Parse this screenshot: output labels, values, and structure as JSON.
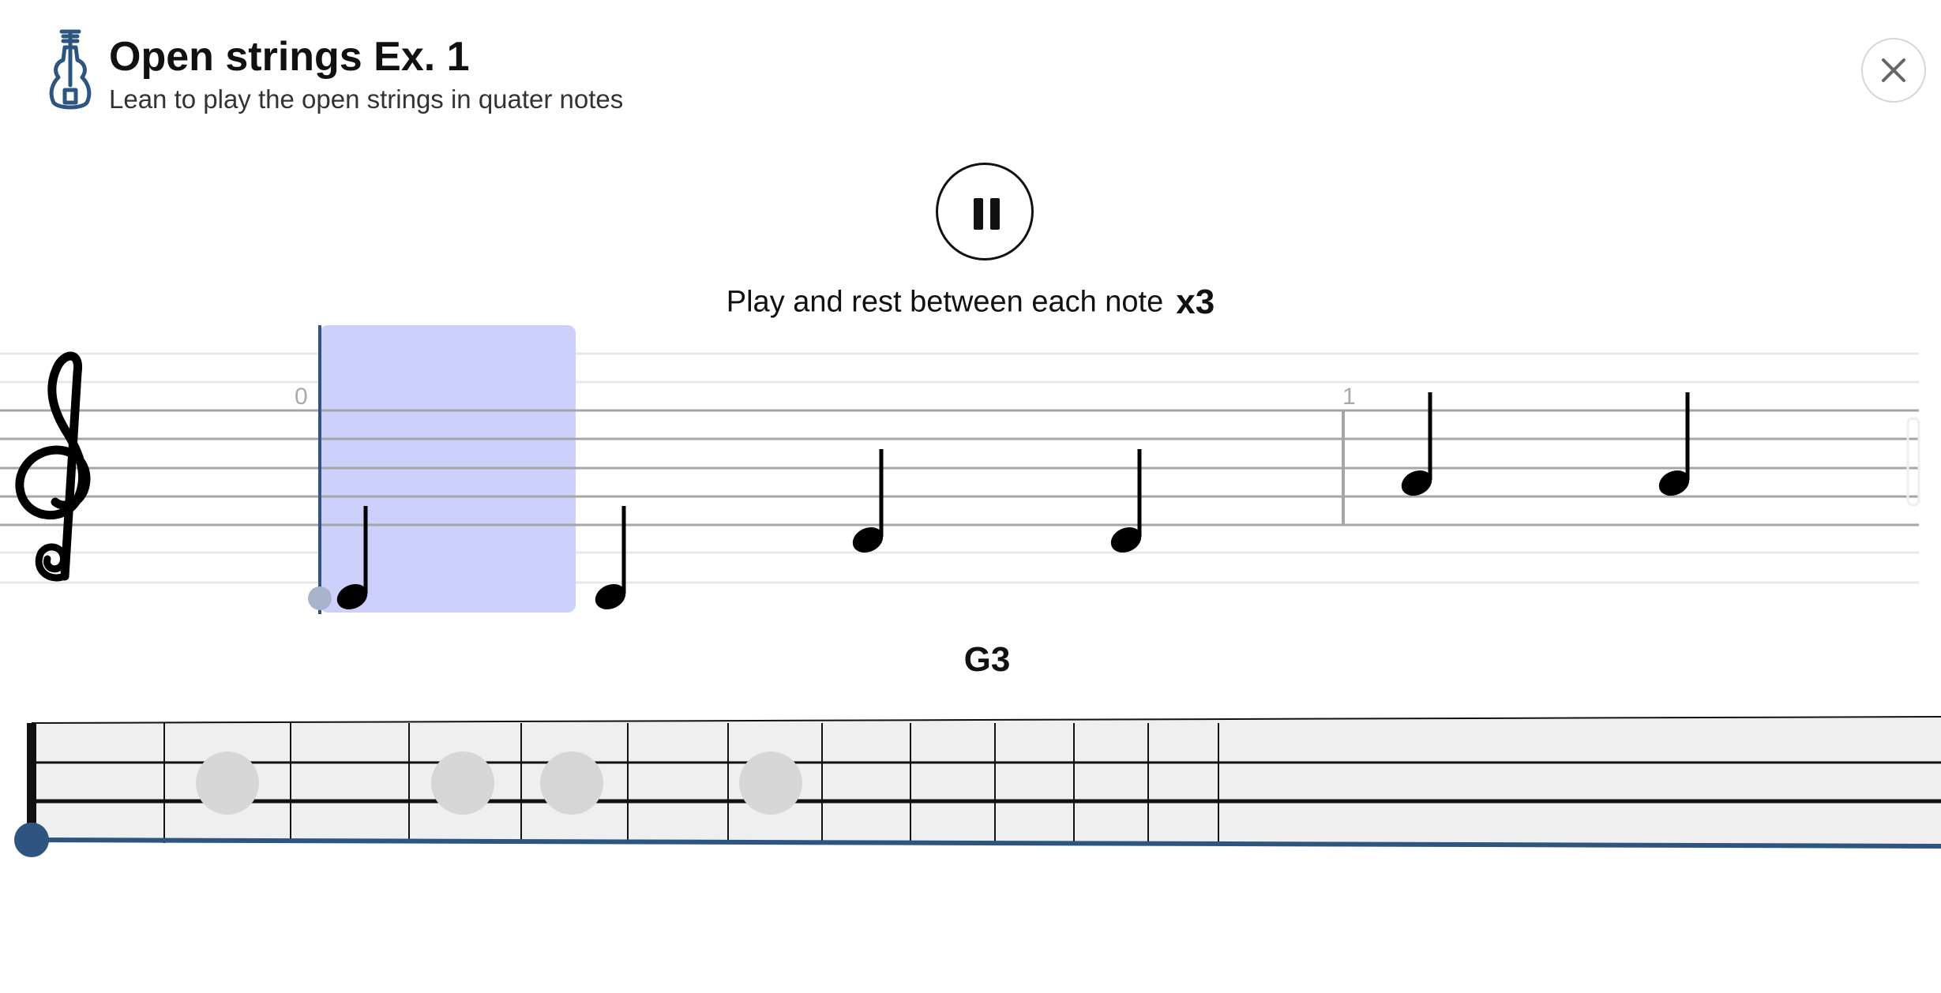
{
  "header": {
    "title": "Open strings Ex. 1",
    "subtitle": "Lean to play the open strings in quater notes",
    "icon": "violin-icon",
    "close_icon": "close-icon"
  },
  "player": {
    "state": "playing",
    "pause_icon": "pause-icon"
  },
  "instruction": {
    "text": "Play and rest between each note",
    "repeat": "x3"
  },
  "score": {
    "clef": "treble-clef-icon",
    "measure_numbers": [
      "0",
      "1"
    ],
    "notes": [
      {
        "measure": 0,
        "pitch": "G3",
        "duration": "quarter",
        "active": true
      },
      {
        "measure": 0,
        "pitch": "G3",
        "duration": "quarter",
        "active": false
      },
      {
        "measure": 0,
        "pitch": "D4",
        "duration": "quarter",
        "active": false
      },
      {
        "measure": 0,
        "pitch": "D4",
        "duration": "quarter",
        "active": false
      },
      {
        "measure": 1,
        "pitch": "A4",
        "duration": "quarter",
        "active": false
      },
      {
        "measure": 1,
        "pitch": "A4",
        "duration": "quarter",
        "active": false
      }
    ]
  },
  "current_note": "G3",
  "fretboard": {
    "strings": 4,
    "markers": 4,
    "progress": 0
  },
  "colors": {
    "accent": "#2e5580",
    "highlight": "#ccd0fa",
    "staff_line": "#a6a6a6",
    "fretboard_bg": "#efefef"
  }
}
